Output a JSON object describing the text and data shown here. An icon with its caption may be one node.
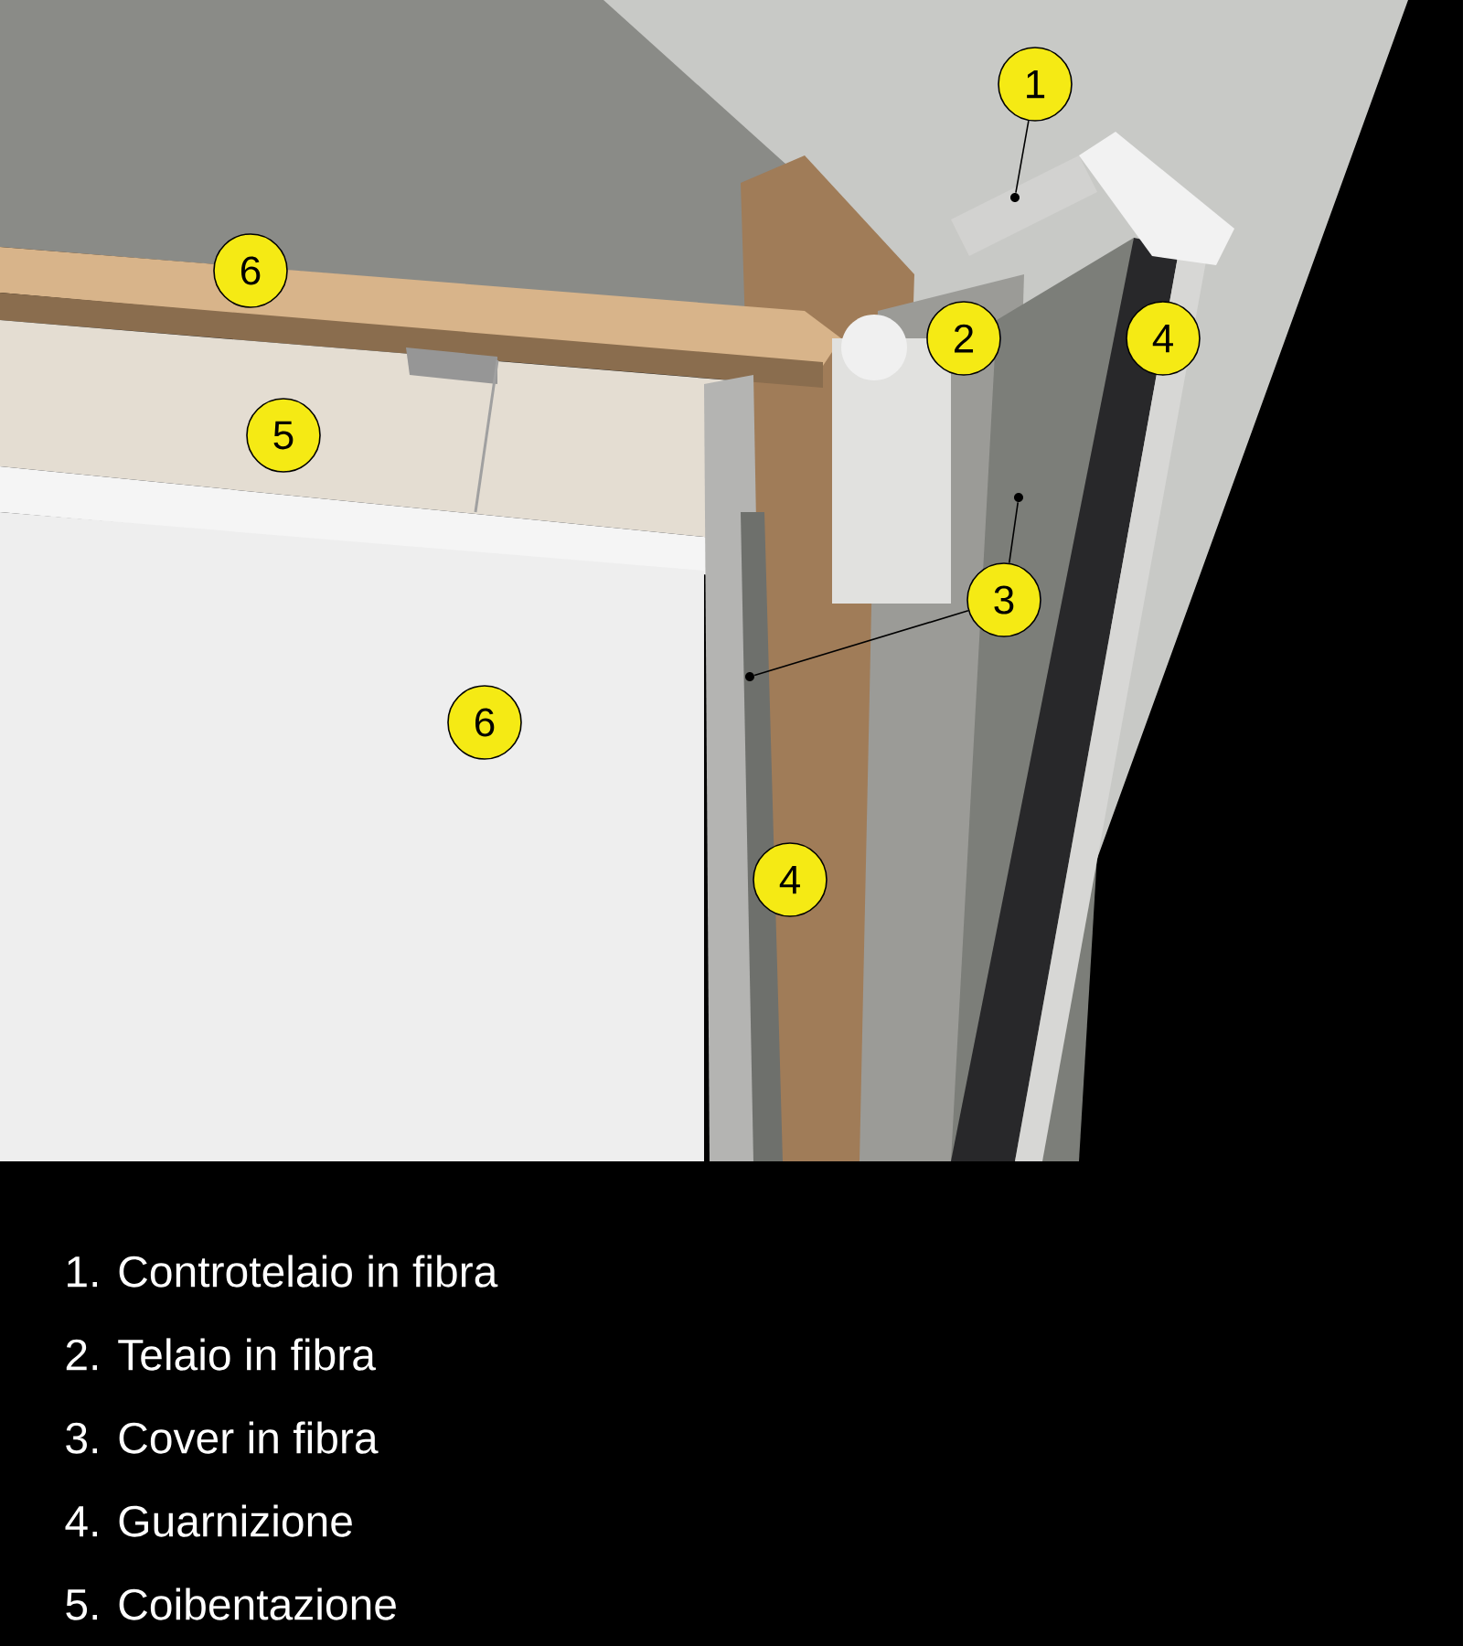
{
  "diagram": {
    "nodes": [
      {
        "text": [
          "1"
        ]
      },
      {
        "text": [
          "6"
        ]
      },
      {
        "text": [
          "2"
        ]
      },
      {
        "text": [
          "4"
        ]
      },
      {
        "text": [
          "5"
        ]
      },
      {
        "text": [
          "3"
        ]
      },
      {
        "text": [
          "6"
        ]
      },
      {
        "text": [
          "4"
        ]
      },
      {
        "text": [],
        "shape": "circle"
      },
      {
        "text": [],
        "shape": "circle"
      },
      {
        "text": [],
        "shape": "circle"
      }
    ],
    "edges": [
      {
        "from": 0,
        "to": 8,
        "arrow": "none"
      },
      {
        "from": 5,
        "to": 9,
        "arrow": "none"
      },
      {
        "from": 5,
        "to": 10,
        "arrow": "none"
      }
    ],
    "labels": [
      "1. Controtelaio in fibra",
      "2. Telaio in fibra",
      "3. Cover in fibra",
      "4. Guarnizione",
      "5. Coibentazione"
    ]
  }
}
